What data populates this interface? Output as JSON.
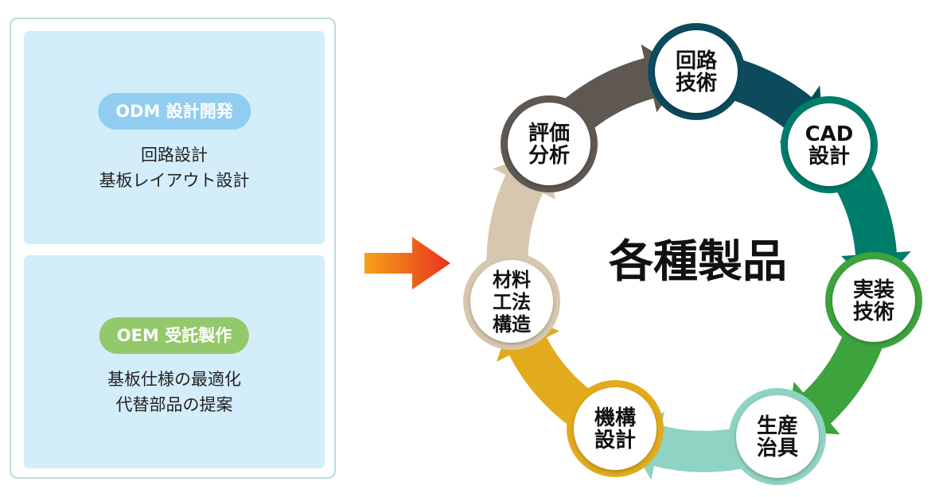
{
  "left_panel": {
    "odm": {
      "badge": "ODM 設計開発",
      "lines": [
        "回路設計",
        "基板レイアウト設計"
      ]
    },
    "oem": {
      "badge": "OEM 受託製作",
      "lines": [
        "基板仕様の最適化",
        "代替部品の提案"
      ]
    }
  },
  "cycle": {
    "center": "各種製品",
    "nodes": [
      {
        "lines": [
          "回路",
          "技術"
        ],
        "color": "#0c4b5c"
      },
      {
        "lines": [
          "CAD",
          "設計"
        ],
        "color": "#007c6a"
      },
      {
        "lines": [
          "実装",
          "技術"
        ],
        "color": "#3da33d"
      },
      {
        "lines": [
          "生産",
          "治具"
        ],
        "color": "#8fd3c3"
      },
      {
        "lines": [
          "機構",
          "設計"
        ],
        "color": "#e2ab1e"
      },
      {
        "lines": [
          "材料",
          "工法",
          "構造"
        ],
        "color": "#d7c7af"
      },
      {
        "lines": [
          "評価",
          "分析"
        ],
        "color": "#5f5852"
      }
    ]
  },
  "arrow": {
    "color_start": "#f7a11a",
    "color_end": "#e8321e"
  }
}
